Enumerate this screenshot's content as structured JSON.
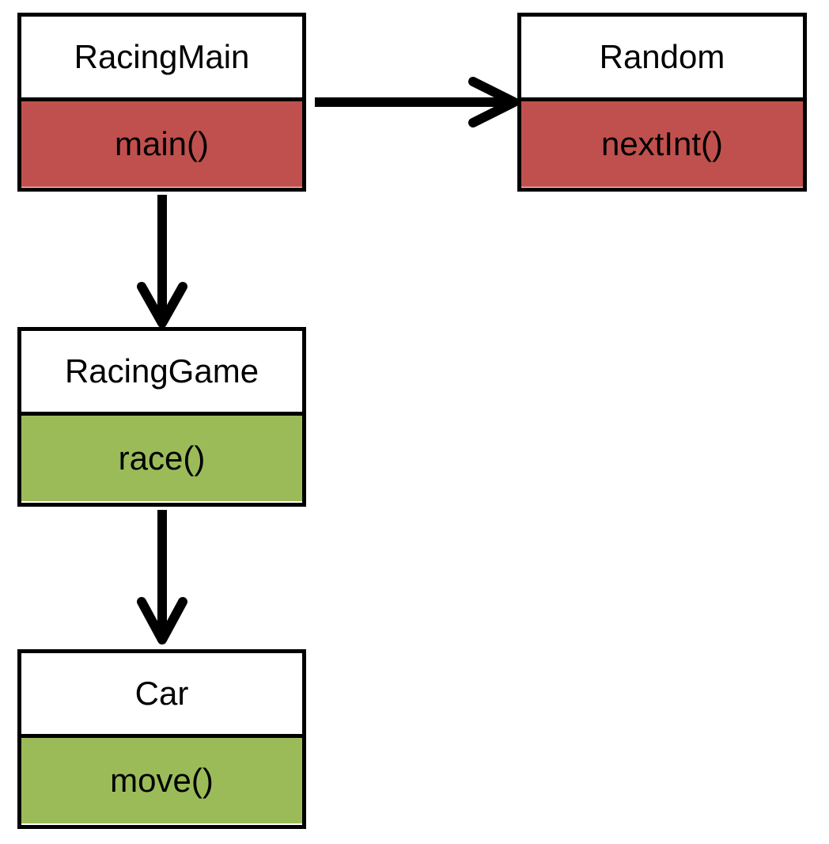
{
  "classes": {
    "racing_main": {
      "name": "RacingMain",
      "method": "main()"
    },
    "random": {
      "name": "Random",
      "method": "nextInt()"
    },
    "racing_game": {
      "name": "RacingGame",
      "method": "race()"
    },
    "car": {
      "name": "Car",
      "method": "move()"
    }
  },
  "colors": {
    "method_red": "#c0504d",
    "method_green": "#9bbb59",
    "stroke": "#000000"
  },
  "arrows": [
    {
      "from": "RacingMain",
      "to": "Random"
    },
    {
      "from": "RacingMain",
      "to": "RacingGame"
    },
    {
      "from": "RacingGame",
      "to": "Car"
    }
  ]
}
